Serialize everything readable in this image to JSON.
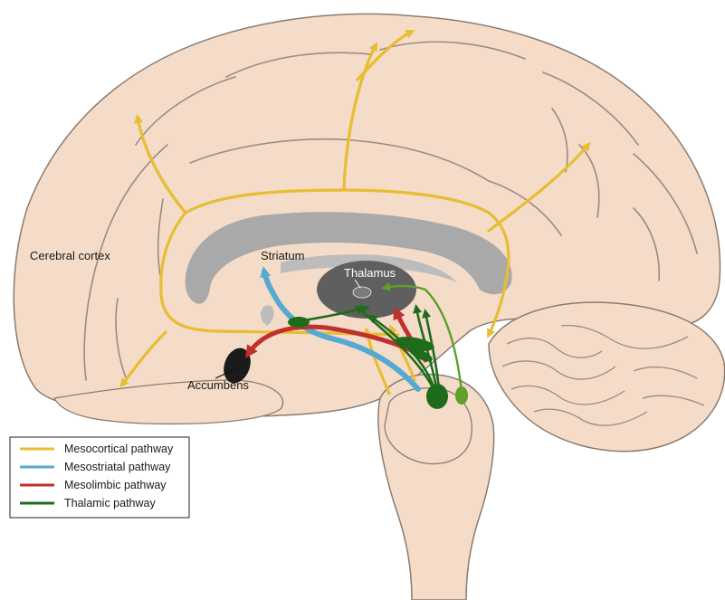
{
  "labels": {
    "cortex": "Cerebral cortex",
    "striatum": "Striatum",
    "thalamus": "Thalamus",
    "accumbens": "Accumbens"
  },
  "legend": {
    "items": [
      {
        "label": "Mesocortical pathway",
        "color": "#e8bd32"
      },
      {
        "label": "Mesostriatal pathway",
        "color": "#58a8d4"
      },
      {
        "label": "Mesolimbic pathway",
        "color": "#c2302d"
      },
      {
        "label": "Thalamic pathway",
        "color": "#1f6b1c"
      }
    ]
  },
  "colors": {
    "brain_fill": "#f4dcc8",
    "sulcus_stroke": "#9a8c82",
    "outline": "#7a6b62",
    "corpus_callosum": "#a9a9a9",
    "thalamus": "#5f5f5f",
    "accumbens": "#1b1b1b",
    "nucleus_green_dark": "#1f6b1c",
    "nucleus_green_light": "#5da02a"
  }
}
